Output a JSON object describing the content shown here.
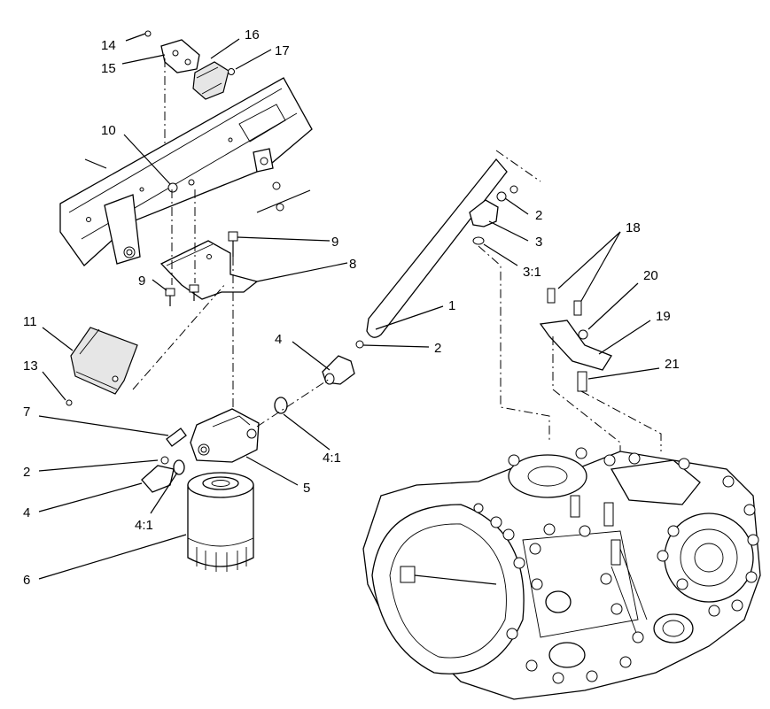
{
  "callouts": [
    {
      "id": "c14",
      "text": "14"
    },
    {
      "id": "c15",
      "text": "15"
    },
    {
      "id": "c16",
      "text": "16"
    },
    {
      "id": "c17",
      "text": "17"
    },
    {
      "id": "c10",
      "text": "10"
    },
    {
      "id": "c9a",
      "text": "9"
    },
    {
      "id": "c8",
      "text": "8"
    },
    {
      "id": "c9b",
      "text": "9"
    },
    {
      "id": "c11",
      "text": "11"
    },
    {
      "id": "c13",
      "text": "13"
    },
    {
      "id": "c7",
      "text": "7"
    },
    {
      "id": "c2a",
      "text": "2"
    },
    {
      "id": "c4a",
      "text": "4"
    },
    {
      "id": "c41a",
      "text": "4:1"
    },
    {
      "id": "c6",
      "text": "6"
    },
    {
      "id": "c5",
      "text": "5"
    },
    {
      "id": "c41b",
      "text": "4:1"
    },
    {
      "id": "c4b",
      "text": "4"
    },
    {
      "id": "c2b",
      "text": "2"
    },
    {
      "id": "c1",
      "text": "1"
    },
    {
      "id": "c2c",
      "text": "2"
    },
    {
      "id": "c3",
      "text": "3"
    },
    {
      "id": "c31",
      "text": "3:1"
    },
    {
      "id": "c18",
      "text": "18"
    },
    {
      "id": "c20",
      "text": "20"
    },
    {
      "id": "c19",
      "text": "19"
    },
    {
      "id": "c21",
      "text": "21"
    }
  ]
}
